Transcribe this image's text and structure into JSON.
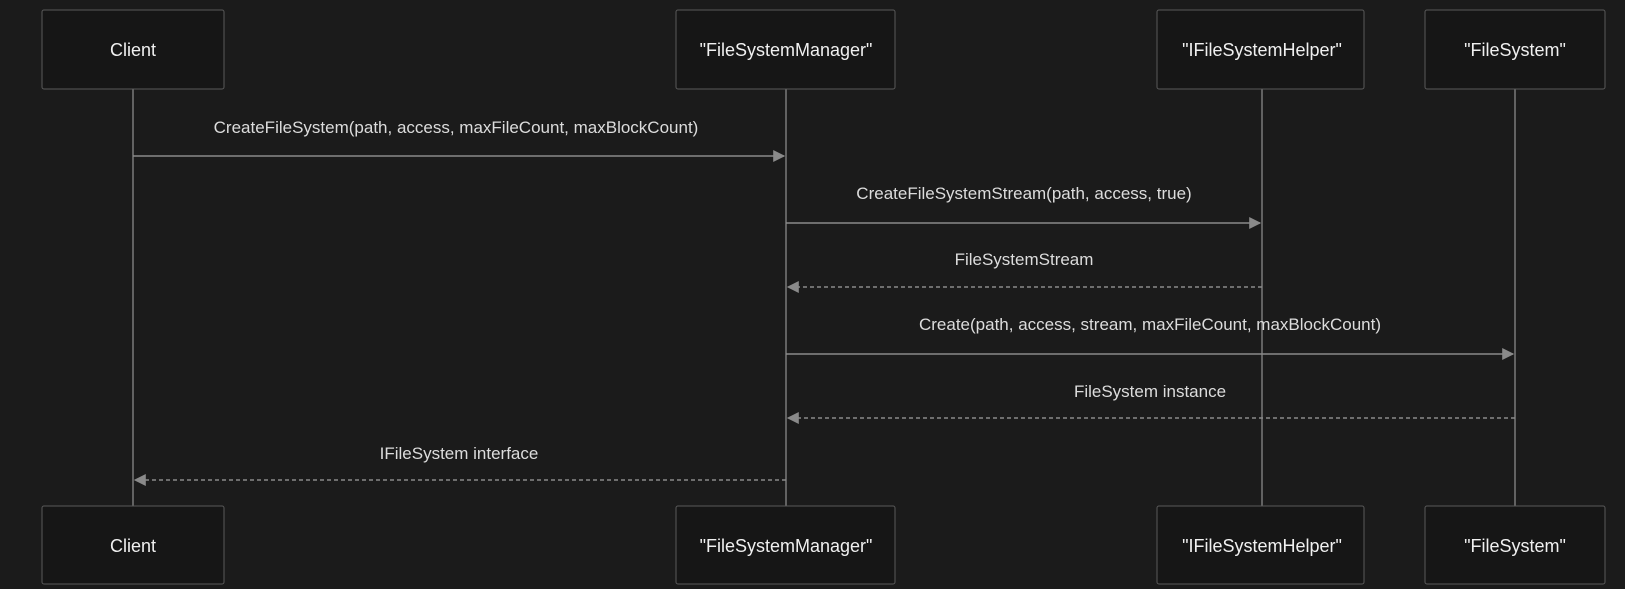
{
  "participants": [
    {
      "id": "client",
      "label": "Client"
    },
    {
      "id": "manager",
      "label": "\"FileSystemManager\""
    },
    {
      "id": "helper",
      "label": "\"IFileSystemHelper\""
    },
    {
      "id": "filesystem",
      "label": "\"FileSystem\""
    }
  ],
  "messages": [
    {
      "from": "client",
      "to": "manager",
      "label": "CreateFileSystem(path, access, maxFileCount, maxBlockCount)",
      "style": "solid"
    },
    {
      "from": "manager",
      "to": "helper",
      "label": "CreateFileSystemStream(path, access, true)",
      "style": "solid"
    },
    {
      "from": "helper",
      "to": "manager",
      "label": "FileSystemStream",
      "style": "dashed"
    },
    {
      "from": "manager",
      "to": "filesystem",
      "label": "Create(path, access, stream, maxFileCount, maxBlockCount)",
      "style": "solid"
    },
    {
      "from": "filesystem",
      "to": "manager",
      "label": "FileSystem instance",
      "style": "dashed"
    },
    {
      "from": "manager",
      "to": "client",
      "label": "IFileSystem interface",
      "style": "dashed"
    }
  ],
  "colors": {
    "background": "#1b1b1b",
    "box_fill": "#161616",
    "box_stroke": "#5a5a5a",
    "line": "#8a8a8a",
    "text": "#f0f0f0"
  }
}
